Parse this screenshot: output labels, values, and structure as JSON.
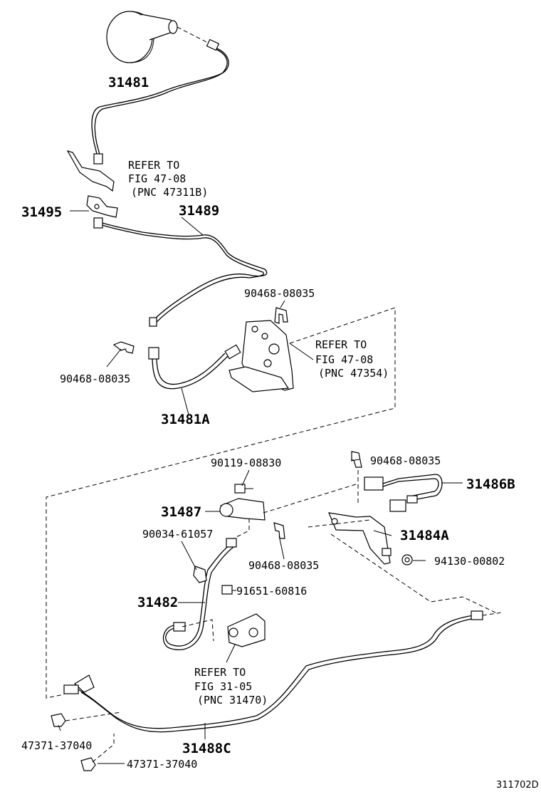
{
  "labels": {
    "p31481": "31481",
    "p31495": "31495",
    "p31489": "31489",
    "p90468_a": "90468-08035",
    "p90468_b": "90468-08035",
    "p31481A": "31481A",
    "p90119": "90119-08830",
    "p90468_c": "90468-08035",
    "p31486B": "31486B",
    "p31487": "31487",
    "p90034": "90034-61057",
    "p31484A": "31484A",
    "p94130": "94130-00802",
    "p90468_d": "90468-08035",
    "p31482": "31482",
    "p91651": "91651-60816",
    "p47371_a": "47371-37040",
    "p31488C": "31488C",
    "p47371_b": "47371-37040",
    "figure_id": "311702D"
  },
  "refs": {
    "ref1": {
      "line1": "REFER TO",
      "line2": "FIG 47-08",
      "line3": "(PNC 47311B)"
    },
    "ref2": {
      "line1": "REFER TO",
      "line2": "FIG 47-08",
      "line3": "(PNC 47354)"
    },
    "ref3": {
      "line1": "REFER TO",
      "line2": "FIG 31-05",
      "line3": "(PNC 31470)"
    }
  }
}
